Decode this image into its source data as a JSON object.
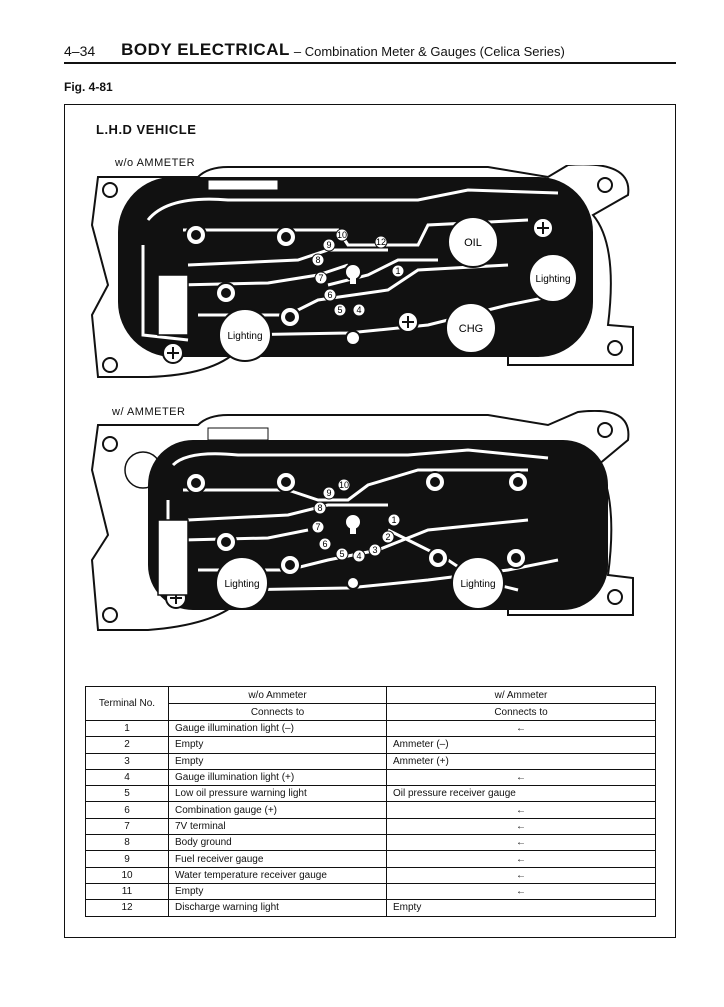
{
  "header": {
    "page_number": "4–34",
    "section": "BODY ELECTRICAL",
    "subtitle": "– Combination Meter & Gauges (Celica Series)"
  },
  "figure": {
    "label": "Fig. 4-81",
    "vehicle": "L.H.D VEHICLE",
    "diagram1": {
      "title": "w/o AMMETER",
      "terminals": [
        "1",
        "4",
        "5",
        "6",
        "7",
        "8",
        "9",
        "10",
        "12"
      ],
      "bulbs": [
        "OIL",
        "Lighting",
        "CHG",
        "Lighting"
      ]
    },
    "diagram2": {
      "title": "w/ AMMETER",
      "terminals": [
        "1",
        "2",
        "3",
        "4",
        "5",
        "6",
        "7",
        "8",
        "9",
        "10"
      ],
      "bulbs": [
        "Lighting",
        "Lighting"
      ]
    }
  },
  "table": {
    "headers": {
      "terminal": "Terminal No.",
      "wo": "w/o Ammeter",
      "w": "w/ Ammeter",
      "connects": "Connects to"
    },
    "rows": [
      {
        "no": "1",
        "wo": "Gauge illumination light (–)",
        "w": "←"
      },
      {
        "no": "2",
        "wo": "Empty",
        "w": "Ammeter (–)"
      },
      {
        "no": "3",
        "wo": "Empty",
        "w": "Ammeter (+)"
      },
      {
        "no": "4",
        "wo": "Gauge illumination light (+)",
        "w": "←"
      },
      {
        "no": "5",
        "wo": "Low oil pressure warning light",
        "w": "Oil pressure receiver gauge"
      },
      {
        "no": "6",
        "wo": "Combination gauge (+)",
        "w": "←"
      },
      {
        "no": "7",
        "wo": "7V terminal",
        "w": "←"
      },
      {
        "no": "8",
        "wo": "Body ground",
        "w": "←"
      },
      {
        "no": "9",
        "wo": "Fuel receiver gauge",
        "w": "←"
      },
      {
        "no": "10",
        "wo": "Water temperature receiver gauge",
        "w": "←"
      },
      {
        "no": "11",
        "wo": "Empty",
        "w": "←"
      },
      {
        "no": "12",
        "wo": "Discharge warning light",
        "w": "Empty"
      }
    ]
  }
}
